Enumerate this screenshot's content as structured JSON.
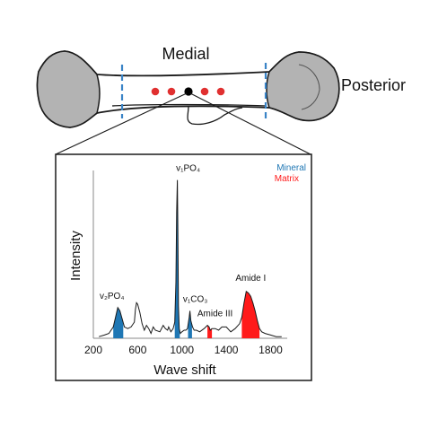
{
  "labels": {
    "medial": "Medial",
    "posterior": "Posterior"
  },
  "legend": {
    "mineral": "Mineral",
    "matrix": "Matrix"
  },
  "colors": {
    "mineral": "#1f77b4",
    "matrix": "#ff1a1a",
    "bone_fill": "#b3b3b3",
    "sample_dot": "#e03030",
    "section_line": "#3a84c6"
  },
  "chart_data": {
    "type": "line",
    "xlabel": "Wave shift",
    "ylabel": "Intensity",
    "xlim": [
      200,
      1950
    ],
    "ylim": [
      0,
      1
    ],
    "x_ticks": [
      200,
      600,
      1000,
      1400,
      1800
    ],
    "y_ticks_shown": false,
    "grid": false,
    "legend_position": "top-right",
    "series": [
      {
        "name": "",
        "x": [
          250,
          300,
          340,
          380,
          400,
          420,
          440,
          460,
          480,
          510,
          540,
          570,
          580,
          590,
          600,
          620,
          640,
          660,
          680,
          700,
          720,
          740,
          760,
          800,
          830,
          850,
          870,
          880,
          900,
          920,
          935,
          945,
          952,
          958,
          962,
          968,
          975,
          985,
          1000,
          1020,
          1035,
          1050,
          1065,
          1072,
          1080,
          1095,
          1110,
          1130,
          1160,
          1200,
          1230,
          1245,
          1255,
          1270,
          1300,
          1330,
          1360,
          1400,
          1440,
          1480,
          1520,
          1540,
          1560,
          1580,
          1600,
          1620,
          1640,
          1660,
          1680,
          1700,
          1720,
          1750,
          1800,
          1850,
          1900
        ],
        "y": [
          0.01,
          0.02,
          0.03,
          0.07,
          0.13,
          0.19,
          0.17,
          0.12,
          0.07,
          0.06,
          0.07,
          0.1,
          0.18,
          0.22,
          0.21,
          0.16,
          0.09,
          0.05,
          0.08,
          0.06,
          0.03,
          0.07,
          0.05,
          0.04,
          0.08,
          0.06,
          0.05,
          0.07,
          0.04,
          0.06,
          0.1,
          0.35,
          0.78,
          0.98,
          0.7,
          0.2,
          0.06,
          0.03,
          0.04,
          0.05,
          0.05,
          0.06,
          0.13,
          0.17,
          0.11,
          0.07,
          0.05,
          0.05,
          0.04,
          0.06,
          0.08,
          0.07,
          0.05,
          0.06,
          0.06,
          0.05,
          0.07,
          0.07,
          0.04,
          0.06,
          0.09,
          0.13,
          0.22,
          0.29,
          0.28,
          0.26,
          0.22,
          0.17,
          0.11,
          0.06,
          0.04,
          0.03,
          0.02,
          0.01,
          0.01
        ]
      }
    ],
    "shaded_regions": [
      {
        "class": "Mineral",
        "x": [
          380,
          470
        ]
      },
      {
        "class": "Mineral",
        "x": [
          935,
          980
        ]
      },
      {
        "class": "Mineral",
        "x": [
          1055,
          1090
        ]
      },
      {
        "class": "Matrix",
        "x": [
          1230,
          1270
        ]
      },
      {
        "class": "Matrix",
        "x": [
          1540,
          1700
        ]
      }
    ],
    "annotations": [
      {
        "label": "v2PO4",
        "display": "v₂PO₄",
        "x": 400
      },
      {
        "label": "v1PO4",
        "display": "v₁PO₄",
        "x": 958
      },
      {
        "label": "v1CO3",
        "display": "v₁CO₃",
        "x": 1072
      },
      {
        "label": "Amide III",
        "display": "Amide III",
        "x": 1250
      },
      {
        "label": "Amide I",
        "display": "Amide I",
        "x": 1620
      }
    ]
  }
}
